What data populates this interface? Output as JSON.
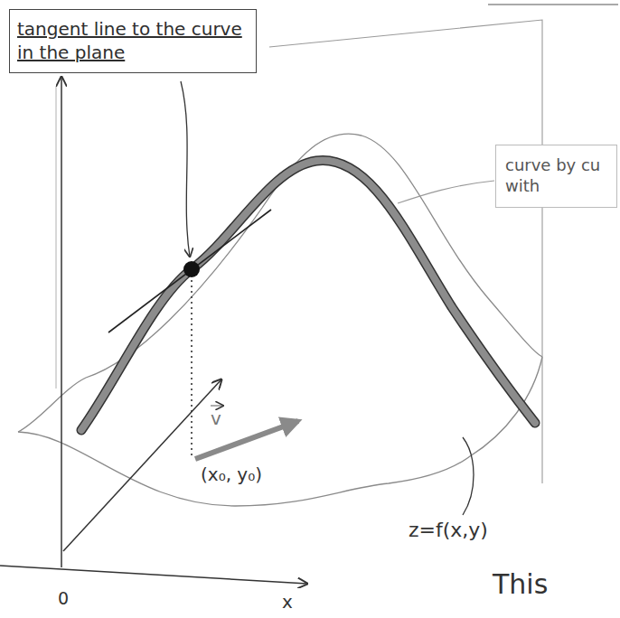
{
  "diagram": {
    "nodes": [
      {
        "text": [
          "tangent line to the curve in the plane"
        ]
      },
      {
        "text": [
          "curve by cu with"
        ]
      }
    ],
    "labels": [
      "z=f(x,y)",
      "(x₀, y₀)",
      "v",
      "0",
      "x",
      "This"
    ]
  }
}
